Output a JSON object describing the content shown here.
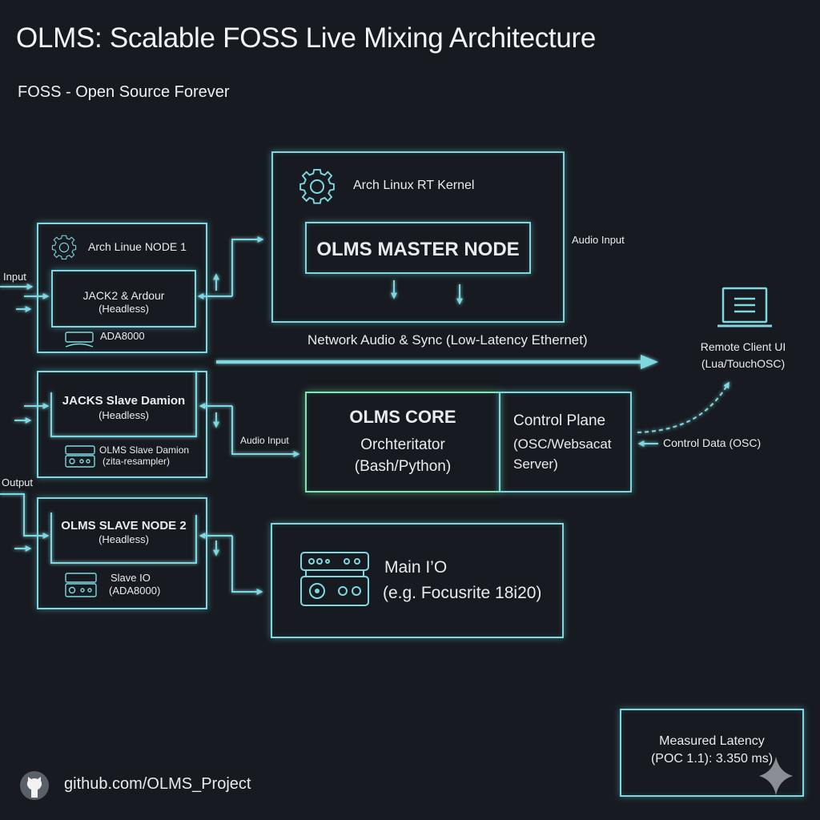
{
  "header": {
    "title": "OLMS: Scalable FOSS Live Mixing Architecture",
    "subtitle": "FOSS - Open Source Forever"
  },
  "master": {
    "kernel_label": "Arch Linux RT Kernel",
    "node_label": "OLMS MASTER NODE",
    "audio_input_label": "Audio Input"
  },
  "node1": {
    "os_label": "Arch Linue NODE 1",
    "inner_title": "JACK2 & Ardour",
    "inner_sub": "(Headless)",
    "device_label": "ADA8000",
    "input_label": "Input"
  },
  "slave1": {
    "inner_title": "JACKS Slave Damion",
    "inner_sub": "(Headless)",
    "device_line1": "OLMS Slave Damion",
    "device_line2": "(zita-resampler)",
    "audio_input_label": "Audio Input"
  },
  "slave2": {
    "output_label": "Output",
    "inner_title": "OLMS SLAVE NODE 2",
    "inner_sub": "(Headless)",
    "device_line1": "Slave IO",
    "device_line2": "(ADA8000)"
  },
  "network": {
    "label": "Network Audio & Sync (Low-Latency Ethernet)"
  },
  "core": {
    "title": "OLMS CORE",
    "line1": "Orchteritator",
    "line2": "(Bash/Python)",
    "control_title": "Control Plane",
    "control_line1": "(OSC/Websacat",
    "control_line2": "Server)"
  },
  "remote": {
    "line1": "Remote Client UI",
    "line2": "(Lua/TouchOSC)",
    "control_data_label": "Control Data (OSC)"
  },
  "main_io": {
    "line1": "Main I’O",
    "line2": "(e.g. Focusrite 18i20)"
  },
  "footer": {
    "github": "github.com/OLMS_Project",
    "latency_line1": "Measured Latency",
    "latency_line2": "(POC 1.1): 3.350 ms)"
  },
  "colors": {
    "accent": "#7fd8e0",
    "core_accent": "#7de6b4",
    "background": "#171b21"
  }
}
